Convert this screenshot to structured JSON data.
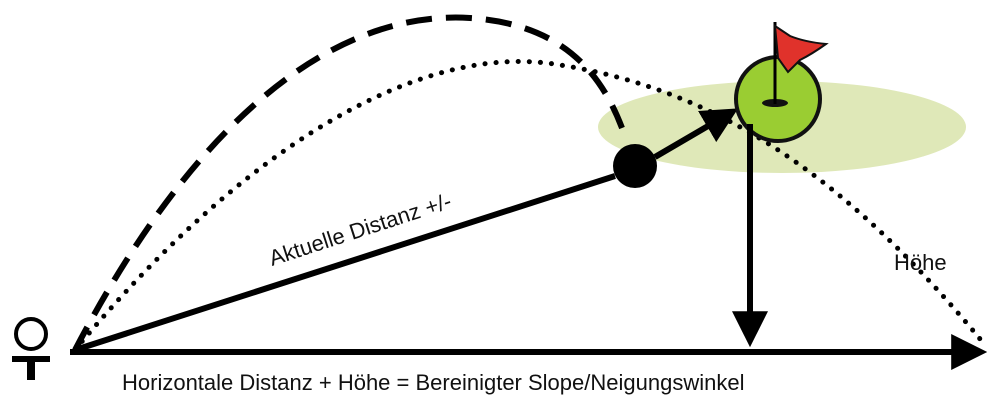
{
  "labels": {
    "actual_distance": "Aktuelle Distanz +/-",
    "height": "Höhe",
    "horizontal_equation": "Horizontale Distanz + Höhe = Bereinigter Slope/Neigungswinkel"
  },
  "icons": {
    "tee": "golf-tee-icon",
    "ball": "golf-ball-icon",
    "green": "putting-green-icon",
    "flag": "pin-flag-icon"
  },
  "colors": {
    "line": "#000000",
    "green_fill": "#9acd32",
    "green_outline": "#111111",
    "fairway_ellipse": "#dfe8b8",
    "flag": "#e0322b",
    "text": "#111111"
  }
}
